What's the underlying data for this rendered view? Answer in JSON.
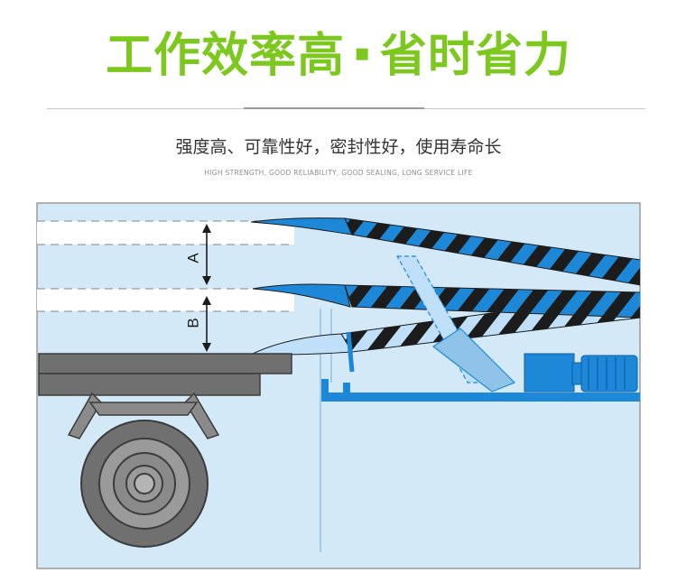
{
  "header": {
    "title_left": "工作效率高",
    "title_sep": "▪",
    "title_right": "省时省力",
    "subtitle": "强度高、可靠性好，密封性好，使用寿命长",
    "subtitle_en": "HIGH STRENGTH, GOOD RELIABILITY, GOOD SEALING, LONG SERVICE LIFE"
  },
  "diagram": {
    "label_a": "A",
    "label_b": "B"
  },
  "colors": {
    "title_green": "#7dc81e",
    "panel_blue": "#d3e9f7",
    "platform_blue": "#1e88d8",
    "dark_gray": "#707070",
    "stripe_black": "#1c1c1c"
  }
}
